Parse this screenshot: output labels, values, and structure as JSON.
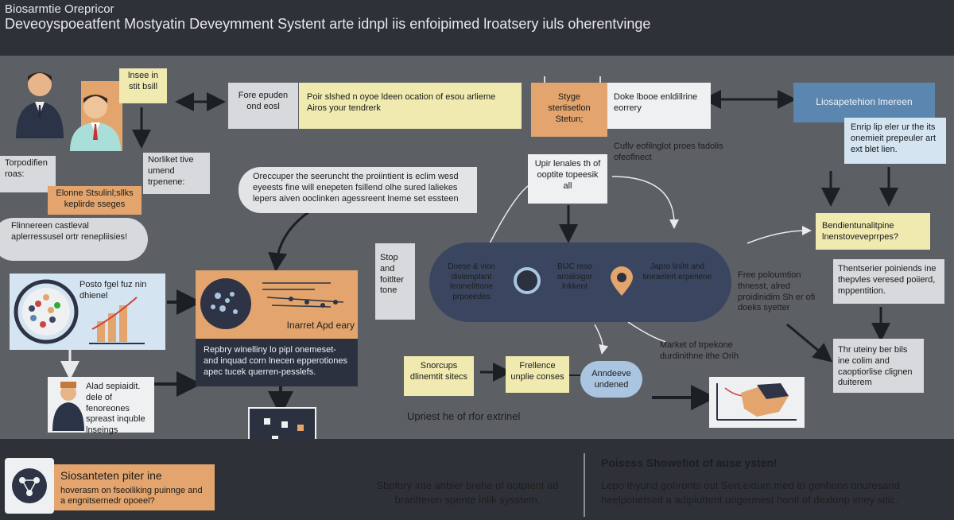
{
  "header": {
    "title_small": "Biosarmtie Orepricor",
    "title_main": "Deveoyspoeatfent Mostyatin Deveymment Systent arte idnpl iis enfoipimed lroatsery iuls oherentvinge"
  },
  "people": {
    "label_top": "lnsee in stit bsill",
    "label_left": "Torpodifien roas:",
    "label_right": "Norliket tive umend trpenene:",
    "caption": "Elonne Stsulinl;sllks keplirde sseges"
  },
  "left_panel": {
    "bubble": "Flinnereen castleval aplerressusel ortr renepliisies!",
    "chart_caption": "Posto fgel fuz nin dhienel",
    "person_text": "Alad sepiaidit. dele of fenoreones spreast inquble lnseings"
  },
  "top_row": {
    "box_gray": "Fore epuden ond eosl",
    "box_yellow": "Poir slshed n oyoe ldeen ocation of esou arlieme Airos your tendrerk",
    "box_orange": "Styge stertisetlon Stetun;",
    "box_white": "Doke lbooe enldillrine eorrery",
    "box_blue": "Liosapetehion lmereen"
  },
  "middle": {
    "speech": "Oreccuper the seeruncht the proiintient is eclim wesd eyeests fine will enepeten fsillend olhe sured laliekes lepers aiven ooclinken agessreent lneme set essteen",
    "center_box": "Upir lenales th of ooptite topeesik all",
    "right_note": "Cuflv eofilnglot proes fadolis ofeoflnect",
    "orange_card_title": "Inarret Apd eary",
    "orange_card_text": "Repbry winelliny lo pipl onemeset- and inquad corn lnecen epperotiones apec tucek querren-pesslefs.",
    "stop_box": "Stop and foitlter tone"
  },
  "pipeline": {
    "seg1": "Doese & vion dislemplant leomellttone prpoeedes",
    "seg2": "BIJC reso aroaloigor lnkkent",
    "seg3": "Japro liniht and tineaetert erpenene"
  },
  "right_column": {
    "box_blue_light": "Enrip lip eler ur the its onemieit prepeuler art ext blet lien.",
    "box_yellow": "Bendientunalitpine lnenstoveveprrpes?",
    "box_gray1": "Thentserier poiniends ine thepvles veresed poiierd, mppentition.",
    "free_text": "Free poloumtion thnesst, alred proidinidim Sh er ofi doeks syetter",
    "box_gray2": "Thr uteiny ber bils ine colim and caoptiorlise clignen duiterem"
  },
  "bottom_middle": {
    "box1": "Snorcups dlinemtit sitecs",
    "box2": "Frellence unplie conses",
    "bubble": "Anndeeve undened",
    "market": "Market of trpekone durdinithne ithe Orih",
    "caption": "Upriest he of rfor extrinel"
  },
  "footer": {
    "card_title": "Siosanteten piter ine",
    "card_text": "hoverasm on fseoiliking puinnge and a engnitsernedr opoeel?",
    "mid_text": "Sbpfory inte anbier brehe of ootptent ad brantteren spente inlik sysstem.",
    "right_title": "Poisess Showefiot of ause ysten!",
    "right_text": "Lepo thyund gohrorits out Sert.extum med to genhons onuresand heelponetsed a adipiuttent ungermest hontl of dexlonp imey sitic."
  },
  "colors": {
    "background": "#5c5f64",
    "header": "#2e3238",
    "yellow": "#f0eab0",
    "orange": "#e3a56d",
    "blue": "#5a86b0",
    "navy": "#2c3140"
  }
}
